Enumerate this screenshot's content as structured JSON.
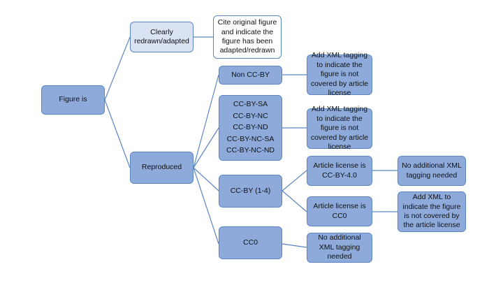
{
  "nodes": {
    "figure_is": "Figure is",
    "clearly_redrawn": "Clearly redrawn/adapted",
    "cite_original": "Cite original figure and indicate the figure has been adapted/redrawn",
    "reproduced": "Reproduced",
    "non_cc_by": "Non CC-BY",
    "non_cc_by_action": "Add XML tagging to indicate the figure is not covered by article license",
    "nc_nd_group": [
      "CC-BY-SA",
      "CC-BY-NC",
      "CC-BY-ND",
      "CC-BY-NC-SA",
      "CC-BY-NC-ND"
    ],
    "nc_nd_action": "Add XML tagging to indicate the figure is not covered by article license",
    "cc_by_1_4": "CC-BY (1-4)",
    "article_license_cc_by_40": "Article license is CC-BY-4.0",
    "no_additional_1": "No additional XML tagging needed",
    "article_license_cc0": "Article license is CC0",
    "add_xml_cc0": "Add XML to indicate the figure is not covered by the article license",
    "cc0": "CC0",
    "no_additional_2": "No additional XML tagging needed"
  },
  "colors": {
    "node_fill": "#8eaadb",
    "node_fill_light": "#dae3f3",
    "node_fill_white": "#ffffff",
    "border": "#5b86c2"
  }
}
